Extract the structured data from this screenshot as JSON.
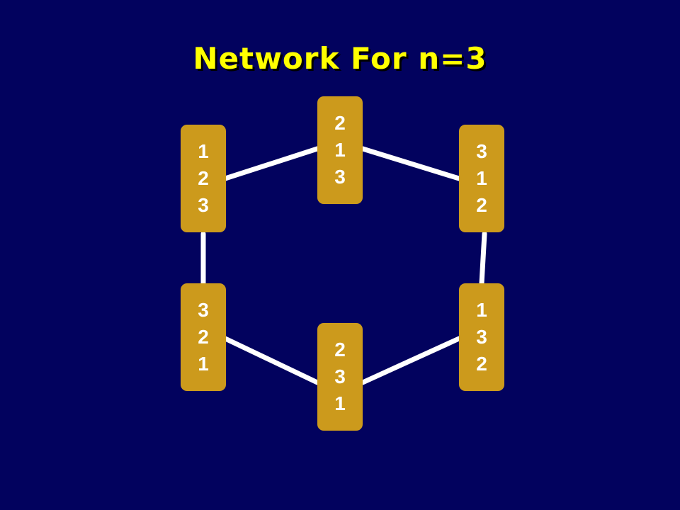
{
  "title": "Network For n=3",
  "colors": {
    "background": "#02025e",
    "title": "#ffff00",
    "node": "#cc9a1c",
    "node_text": "#ffffff",
    "edge": "#ffffff"
  },
  "nodes": [
    {
      "id": "213",
      "digits": [
        "2",
        "1",
        "3"
      ]
    },
    {
      "id": "123",
      "digits": [
        "1",
        "2",
        "3"
      ]
    },
    {
      "id": "312",
      "digits": [
        "3",
        "1",
        "2"
      ]
    },
    {
      "id": "321",
      "digits": [
        "3",
        "2",
        "1"
      ]
    },
    {
      "id": "132",
      "digits": [
        "1",
        "3",
        "2"
      ]
    },
    {
      "id": "231",
      "digits": [
        "2",
        "3",
        "1"
      ]
    }
  ],
  "edges": [
    [
      "123",
      "213"
    ],
    [
      "213",
      "312"
    ],
    [
      "123",
      "321"
    ],
    [
      "312",
      "132"
    ],
    [
      "321",
      "231"
    ],
    [
      "231",
      "132"
    ]
  ]
}
